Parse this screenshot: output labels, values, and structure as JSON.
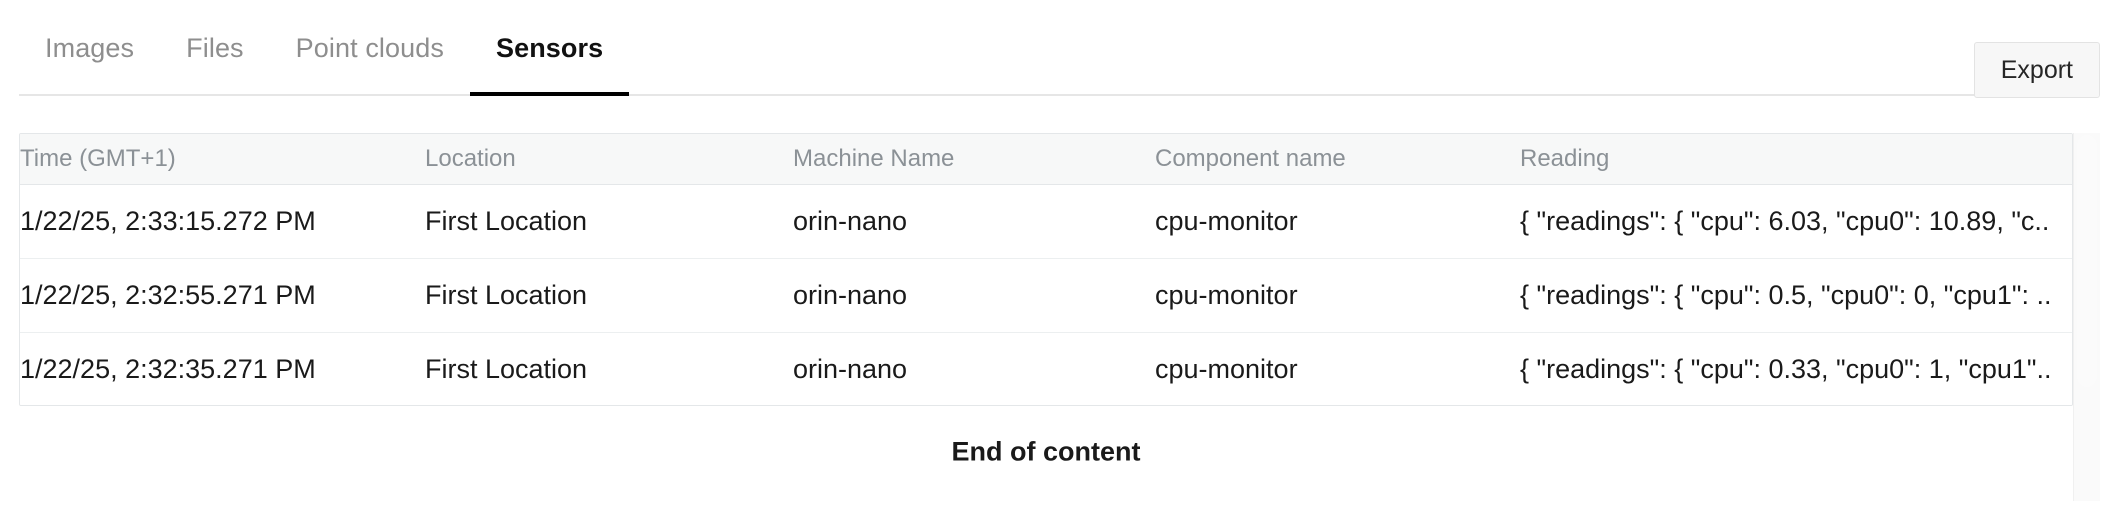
{
  "tabs": [
    {
      "label": "Images",
      "active": false
    },
    {
      "label": "Files",
      "active": false
    },
    {
      "label": "Point clouds",
      "active": false
    },
    {
      "label": "Sensors",
      "active": true
    }
  ],
  "toolbar": {
    "export_label": "Export"
  },
  "table": {
    "columns": [
      "Time (GMT+1)",
      "Location",
      "Machine Name",
      "Component name",
      "Reading"
    ],
    "rows": [
      {
        "time": "1/22/25, 2:33:15.272 PM",
        "location": "First Location",
        "machine": "orin-nano",
        "component": "cpu-monitor",
        "reading": "{ \"readings\": { \"cpu\": 6.03, \"cpu0\": 10.89, \"c.."
      },
      {
        "time": "1/22/25, 2:32:55.271 PM",
        "location": "First Location",
        "machine": "orin-nano",
        "component": "cpu-monitor",
        "reading": "{ \"readings\": { \"cpu\": 0.5, \"cpu0\": 0, \"cpu1\": .."
      },
      {
        "time": "1/22/25, 2:32:35.271 PM",
        "location": "First Location",
        "machine": "orin-nano",
        "component": "cpu-monitor",
        "reading": "{ \"readings\": { \"cpu\": 0.33, \"cpu0\": 1, \"cpu1\".."
      }
    ]
  },
  "footer": {
    "end_of_content": "End of content"
  },
  "colors": {
    "active_tab": "#111111",
    "inactive_tab": "#8e8e8e",
    "header_text": "#8b9196",
    "body_text": "#1a1a1a",
    "table_border": "#e4e7e9",
    "header_bg": "#f7f8f8",
    "button_bg": "#f7f7f7"
  }
}
